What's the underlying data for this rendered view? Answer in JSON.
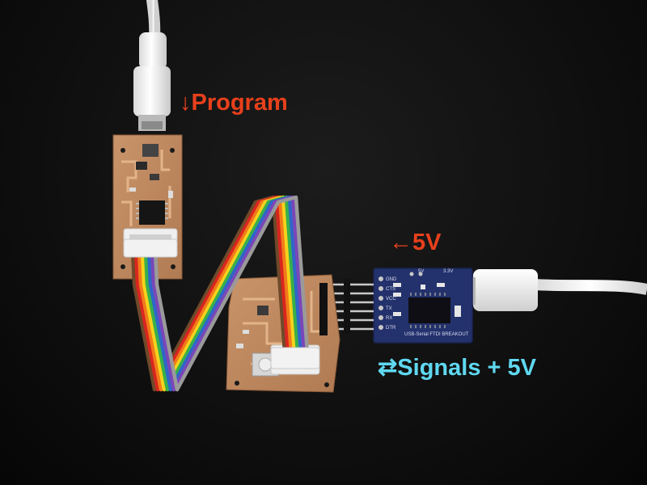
{
  "annotations": {
    "program": {
      "text": "↓Program",
      "color": "#e8401c"
    },
    "five_volt": {
      "text": "←5V",
      "color": "#e8401c"
    },
    "signals": {
      "text": "⇄Signals + 5V",
      "color": "#5fd8f0"
    }
  },
  "ftdi_board": {
    "title": "USB-Serial FTDI BREAKOUT",
    "pins": [
      "5V",
      "3.3V",
      "GND",
      "CTS",
      "VCC",
      "TX",
      "RX",
      "DTR"
    ]
  }
}
